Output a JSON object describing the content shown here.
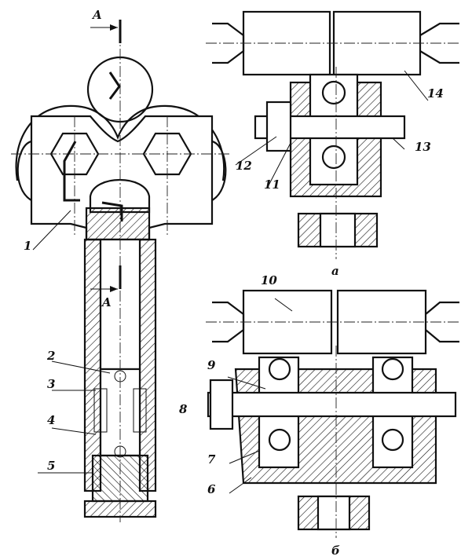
{
  "labels": {
    "n1": "1",
    "n2": "2",
    "n3": "3",
    "n4": "4",
    "n5": "5",
    "n6": "6",
    "n7": "7",
    "n8": "8",
    "n9": "9",
    "n10": "10",
    "n11": "11",
    "n12": "12",
    "n13": "13",
    "n14": "14",
    "section_top": "A",
    "section_bottom": "A",
    "view_a": "а",
    "view_b": "б"
  }
}
